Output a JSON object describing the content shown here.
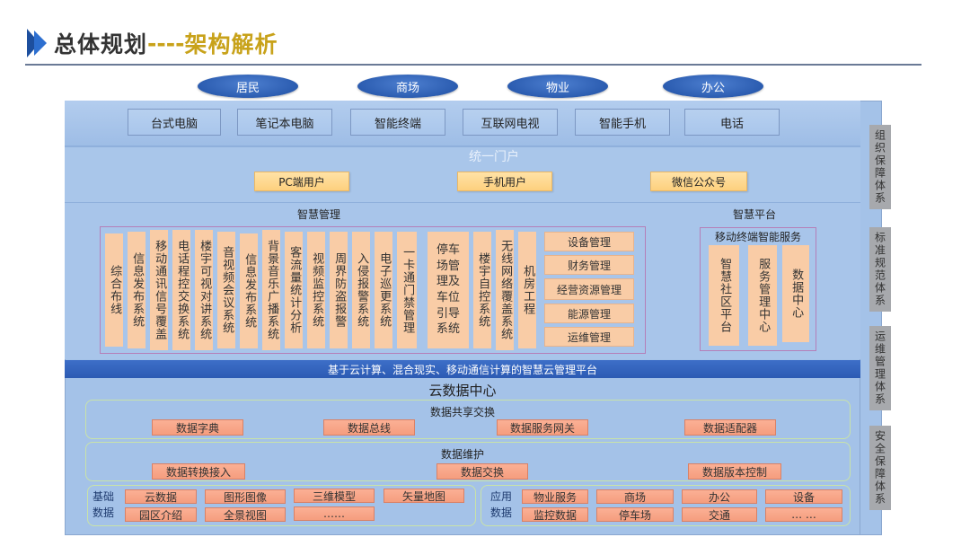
{
  "header": {
    "title_main": "总体规划",
    "title_dash": "----",
    "title_sub": "架构解析"
  },
  "users": [
    "居民",
    "商场",
    "物业",
    "办公"
  ],
  "devices": [
    "台式电脑",
    "笔记本电脑",
    "智能终端",
    "互联网电视",
    "智能手机",
    "电话"
  ],
  "portal": {
    "title": "统一门户",
    "buttons": [
      "PC端用户",
      "手机用户",
      "微信公众号"
    ]
  },
  "management": {
    "title": "智慧管理",
    "vertical_items": [
      "综合布线",
      "信息发布系统",
      "移动通讯信号覆盖",
      "电话程控交换系统",
      "楼宇可视对讲系统",
      "音视频会议系统",
      "信息发布系统",
      "背景音乐广播系统",
      "客流量统计分析",
      "视频监控系统",
      "周界防盗报警",
      "入侵报警系统",
      "电子巡更系统",
      "一卡通门禁管理"
    ],
    "parking": "停车场管理及车位引导系统",
    "more_vertical": [
      "楼宇自控系统",
      "无线网络覆盖系统",
      "机房工程"
    ],
    "horizontal_items": [
      "设备管理",
      "财务管理",
      "经营资源管理",
      "能源管理",
      "运维管理"
    ]
  },
  "platform": {
    "title": "智慧平台",
    "subtitle": "移动终端智能服务",
    "items": [
      "智慧社区平台",
      "服务管理中心",
      "数据中心"
    ]
  },
  "cloud_bar": "基于云计算、混合现实、移动通信计算的智慧云管理平台",
  "data_center": {
    "title": "云数据中心",
    "share": {
      "title": "数据共享交换",
      "items": [
        "数据字典",
        "数据总线",
        "数据服务网关",
        "数据适配器"
      ]
    },
    "maintain": {
      "title": "数据维护",
      "items": [
        "数据转换接入",
        "数据交换",
        "数据版本控制"
      ]
    },
    "base": {
      "label_line1": "基础",
      "label_line2": "数据",
      "row1": [
        "云数据",
        "图形图像",
        "三维模型",
        "矢量地图"
      ],
      "row2": [
        "园区介绍",
        "全景视图",
        "……"
      ]
    },
    "app": {
      "label_line1": "应用",
      "label_line2": "数据",
      "row1": [
        "物业服务",
        "商场",
        "办公",
        "设备"
      ],
      "row2": [
        "监控数据",
        "停车场",
        "交通",
        "… …"
      ]
    }
  },
  "side_systems": [
    "组织保障体系",
    "标准规范体系",
    "运维管理体系",
    "安全保障体系"
  ],
  "colors": {
    "accent_blue": "#2c5bb3",
    "panel_blue": "#a8c5ea",
    "peach": "#f9cca6",
    "salmon": "#f59d7e",
    "yellow": "#fdd07e",
    "title_gold": "#c8a21a"
  }
}
